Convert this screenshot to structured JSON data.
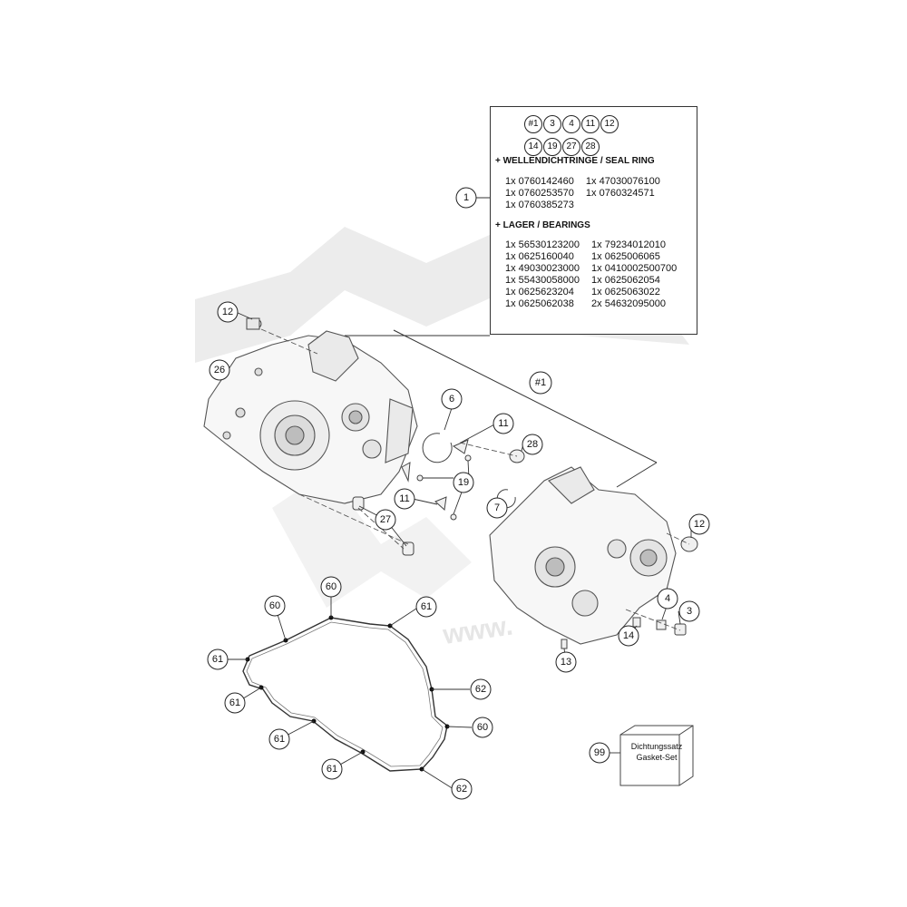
{
  "legend": {
    "callout": "1",
    "kit_items_row1": [
      "#1",
      "3",
      "4",
      "11",
      "12"
    ],
    "kit_items_row2": [
      "14",
      "19",
      "27",
      "28"
    ],
    "seal_ring_title": "+ WELLENDICHTRINGE / SEAL RING",
    "seal_ring_col1": [
      "1x 0760142460",
      "1x 0760253570",
      "1x 0760385273"
    ],
    "seal_ring_col2": [
      "1x 47030076100",
      "1x 0760324571"
    ],
    "bearings_title": "+ LAGER / BEARINGS",
    "bearings_col1": [
      "1x 56530123200",
      "1x 0625160040",
      "1x 49030023000",
      "1x 55430058000",
      "1x 0625623204",
      "1x 0625062038"
    ],
    "bearings_col2": [
      "1x 79234012010",
      "1x 0625006065",
      "1x 0410002500700",
      "1x 0625062054",
      "1x 0625063022",
      "2x 54632095000"
    ]
  },
  "callouts": {
    "c12a": "12",
    "c26": "26",
    "c1set": "#1",
    "c6": "6",
    "c11a": "11",
    "c28": "28",
    "c19": "19",
    "c11b": "11",
    "c7": "7",
    "c27": "27",
    "c12b": "12",
    "c4": "4",
    "c3": "3",
    "c14": "14",
    "c13": "13",
    "c60a": "60",
    "c60b": "60",
    "c61a": "61",
    "c61b": "61",
    "c61c": "61",
    "c62a": "62",
    "c61d": "61",
    "c60c": "60",
    "c61e": "61",
    "c62b": "62",
    "c99": "99"
  },
  "gasket_set": {
    "line1": "Dichtungssatz",
    "line2": "Gasket-Set"
  },
  "watermark": "www."
}
